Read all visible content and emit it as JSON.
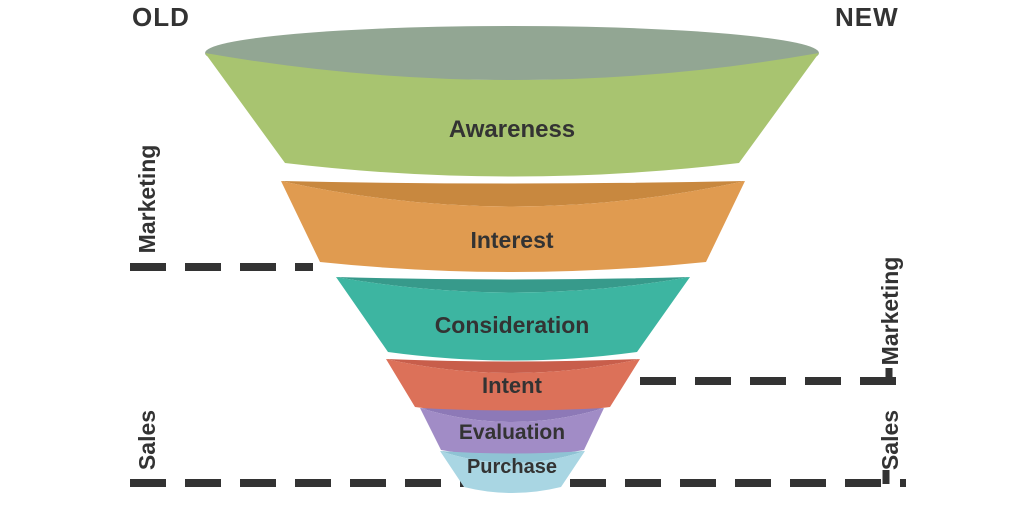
{
  "header": {
    "old_label": "OLD",
    "new_label": "NEW"
  },
  "funnel": {
    "stages": [
      {
        "label": "Awareness",
        "body_color": "#a8c470",
        "top_color": "#92a693"
      },
      {
        "label": "Interest",
        "body_color": "#e09b50",
        "top_color": "#c8883f"
      },
      {
        "label": "Consideration",
        "body_color": "#3db5a1",
        "top_color": "#379a8b"
      },
      {
        "label": "Intent",
        "body_color": "#dc7159",
        "top_color": "#c85e4b"
      },
      {
        "label": "Evaluation",
        "body_color": "#a18cc6",
        "top_color": "#8d79b7"
      },
      {
        "label": "Purchase",
        "body_color": "#a9d6e3",
        "top_color": "#8fc3d4"
      }
    ]
  },
  "old_model": {
    "upper_label": "Marketing",
    "lower_label": "Sales"
  },
  "new_model": {
    "upper_label": "Marketing",
    "lower_label": "Sales"
  },
  "style": {
    "line_color": "#333333",
    "text_color": "#333333",
    "background": "#ffffff"
  }
}
